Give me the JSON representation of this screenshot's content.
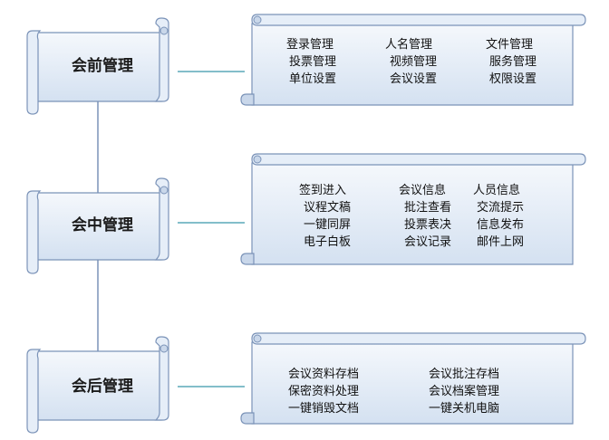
{
  "stages": [
    {
      "label": "会前管理",
      "features": [
        [
          "登录管理",
          "人名管理",
          "文件管理"
        ],
        [
          "投票管理",
          "视频管理",
          "服务管理"
        ],
        [
          "单位设置",
          "会议设置",
          "权限设置"
        ]
      ]
    },
    {
      "label": "会中管理",
      "features": [
        [
          "签到进入",
          "会议信息",
          "人员信息"
        ],
        [
          "议程文稿",
          "批注查看",
          "交流提示"
        ],
        [
          "一键同屏",
          "投票表决",
          "信息发布"
        ],
        [
          "电子白板",
          "会议记录",
          "邮件上网"
        ]
      ]
    },
    {
      "label": "会后管理",
      "features": [
        [
          "会议资料存档",
          "会议批注存档"
        ],
        [
          "保密资料处理",
          "会议档案管理"
        ],
        [
          "一键销毁文档",
          "一键关机电脑"
        ]
      ]
    }
  ],
  "colors": {
    "scroll_fill": "#dde7f4",
    "scroll_fill_light": "#f3f7fc",
    "scroll_border": "#7b93b8",
    "connector": "#5aa8b8",
    "spine": "#7b93b8"
  }
}
